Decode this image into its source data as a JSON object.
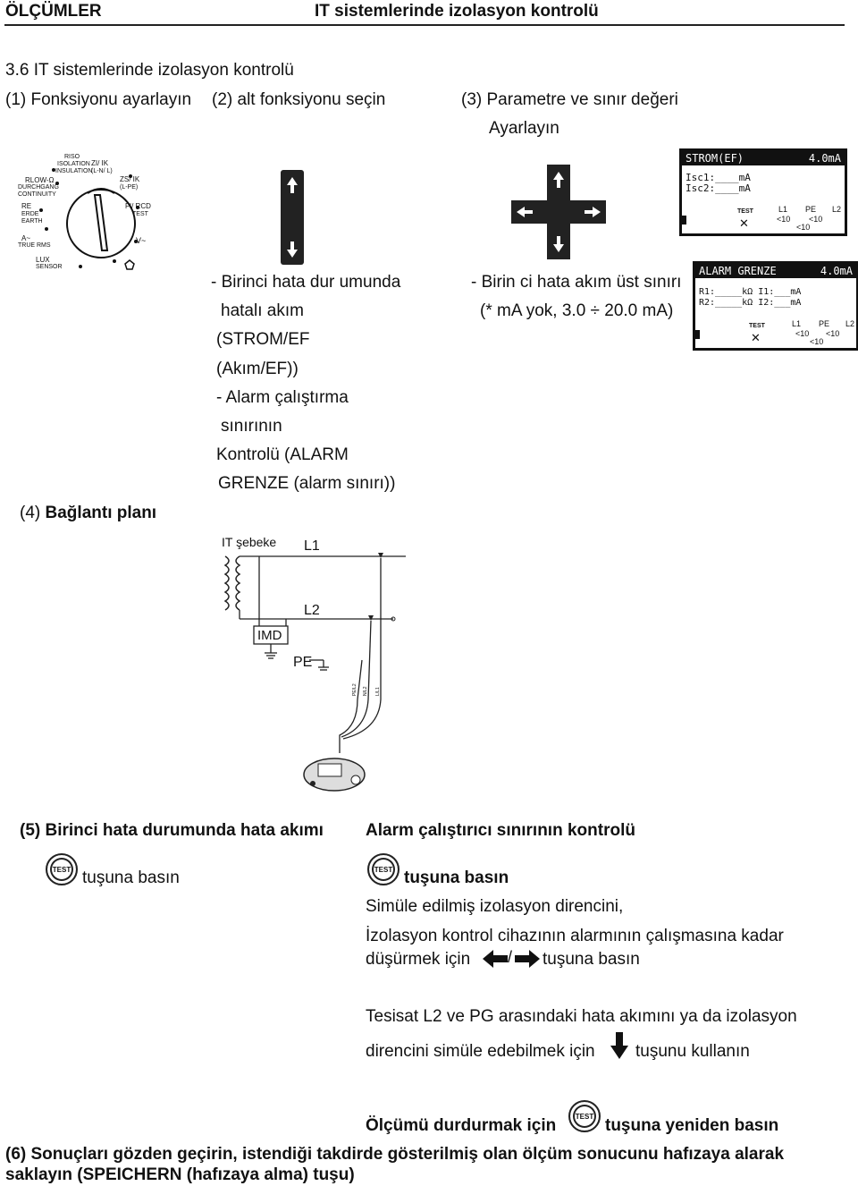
{
  "header": {
    "left": "ÖLÇÜMLER",
    "right": "IT sistemlerinde izolasyon kontrolü"
  },
  "section_title": "3.6 IT sistemlerinde izolasyon kontrolü",
  "steps": {
    "s1": "(1) Fonksiyonu ayarlayın",
    "s2": "(2) alt fonksiyonu seçin",
    "s3a": "(3) Parametre ve sınır değeri",
    "s3b": "Ayarlayın",
    "s4_num": "(4)",
    "s4_bold": "Bağlantı planı"
  },
  "dial": {
    "labels": [
      "RISO",
      "ISOLATION",
      "INSULATION",
      "ZI/ IK",
      "(L-N/ L)",
      "RLOW-Ω",
      "DURCHGANG",
      "CONTINUITY",
      "ZS/ IK",
      "(L-PE)",
      "RE",
      "ERDE",
      "EARTH",
      "FI/ RCD",
      "TEST",
      "A~",
      "TRUE RMS",
      "V~",
      "LUX",
      "SENSOR"
    ]
  },
  "lcd1": {
    "title": "STROM(EF)",
    "value": "4.0mA",
    "row1": "Isc1:____mA",
    "row2": "Isc2:____mA",
    "f1": "L1",
    "f2": "PE",
    "f3": "L2",
    "g1": "<10",
    "g2": "<10",
    "g3": "<10",
    "test": "TEST"
  },
  "lcd2": {
    "title": "ALARM GRENZE",
    "value": "4.0mA",
    "row1": "R1:_____kΩ  I1:___mA",
    "row2": "R2:_____kΩ  I2:___mA",
    "f1": "L1",
    "f2": "PE",
    "f3": "L2",
    "g1": "<10",
    "g2": "<10",
    "g3": "<10",
    "test": "TEST"
  },
  "middle_text": [
    "- Birinci hata dur umunda",
    "hatalı akım",
    "(STROM/EF",
    "(Akım/EF))",
    "- Alarm çalıştırma",
    "sınırının",
    "Kontrolü (ALARM",
    "GRENZE (alarm sınırı))"
  ],
  "right_text": [
    "- Birin ci hata akım üst sınırı",
    "(* mA yok, 3.0 ÷ 20.0 mA)"
  ],
  "diagram": {
    "net_label": "IT şebeke",
    "l1": "L1",
    "l2": "L2",
    "imd": "IMD",
    "pe": "PE",
    "probe1": "PE/L2",
    "probe2": "N/L2",
    "probe3": "L/L1"
  },
  "step5": {
    "title": "(5) Birinci hata durumunda hata akımı",
    "press": "tuşuna basın",
    "alarm_title": "Alarm çalıştırıcı sınırının kontrolü",
    "alarm_press": "tuşuna basın",
    "line1": "Simüle edilmiş izolasyon direncini,",
    "line2": "İzolasyon kontrol cihazının alarmının çalışmasına kadar",
    "line3a": "düşürmek için",
    "line3b": "tuşuna basın",
    "line4": "Tesisat L2 ve PG arasındaki hata akımını ya da izolasyon",
    "line5a": "direncini simüle edebilmek için",
    "line5b": "tuşunu kullanın",
    "stop_a": "Ölçümü durdurmak için",
    "stop_b": "tuşuna yeniden basın",
    "test_label": "TEST",
    "slash": "/"
  },
  "step6": {
    "line1": "(6) Sonuçları gözden geçirin, istendiği takdirde gösterilmiş olan ölçüm sonucunu hafızaya alarak",
    "line2": "saklayın (SPEICHERN (hafızaya alma) tuşu)"
  }
}
